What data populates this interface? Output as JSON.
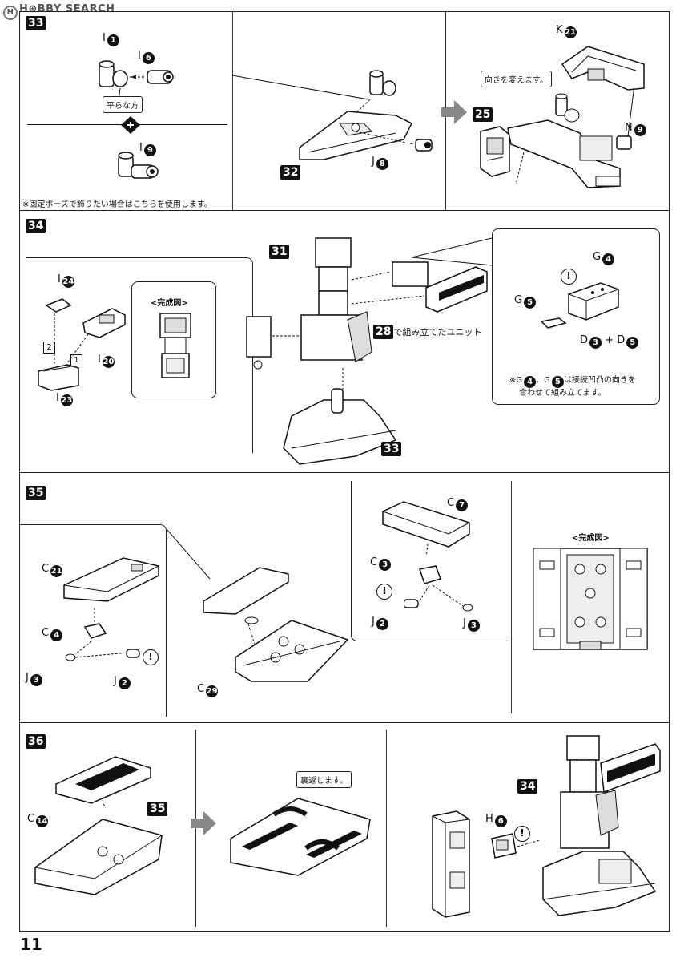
{
  "watermark": "H⊕BBY SEARCH",
  "page_number": "11",
  "steps": {
    "s33": {
      "number": "33",
      "labels": [
        "I",
        "I",
        "I",
        "K",
        "J",
        "N"
      ],
      "nums": [
        "1",
        "6",
        "9",
        "21",
        "8",
        "9"
      ],
      "flat_side": "平らな方",
      "note": "※固定ポーズで飾りたい場合はこちらを使用します。",
      "turn": "向きを変えます。",
      "ref32": "32",
      "ref25": "25"
    },
    "s34": {
      "number": "34",
      "labels": [
        "I",
        "I",
        "I",
        "G",
        "G",
        "D",
        "D"
      ],
      "nums": [
        "24",
        "20",
        "23",
        "4",
        "5",
        "3",
        "5"
      ],
      "order": [
        "2",
        "1"
      ],
      "complete": "<完成図>",
      "unit_ref": "28",
      "unit_text": "で組み立てたユニット",
      "ref31": "31",
      "ref33": "33",
      "note_a": "※G",
      "note_num1": "4",
      "note_mid": "、G",
      "note_num2": "5",
      "note_b": "は接続凹凸の向きを",
      "note_c": "合わせて組み立てます。",
      "plus": "+"
    },
    "s35": {
      "number": "35",
      "labels": [
        "C",
        "C",
        "J",
        "J",
        "C",
        "C",
        "C",
        "J",
        "J"
      ],
      "nums": [
        "21",
        "4",
        "3",
        "2",
        "29",
        "7",
        "3",
        "2",
        "3"
      ],
      "complete": "<完成図>"
    },
    "s36": {
      "number": "36",
      "labels": [
        "C",
        "H"
      ],
      "nums": [
        "14",
        "6"
      ],
      "flip": "裏返します。",
      "ref35": "35",
      "ref34": "34"
    }
  },
  "alert_icon": "!"
}
